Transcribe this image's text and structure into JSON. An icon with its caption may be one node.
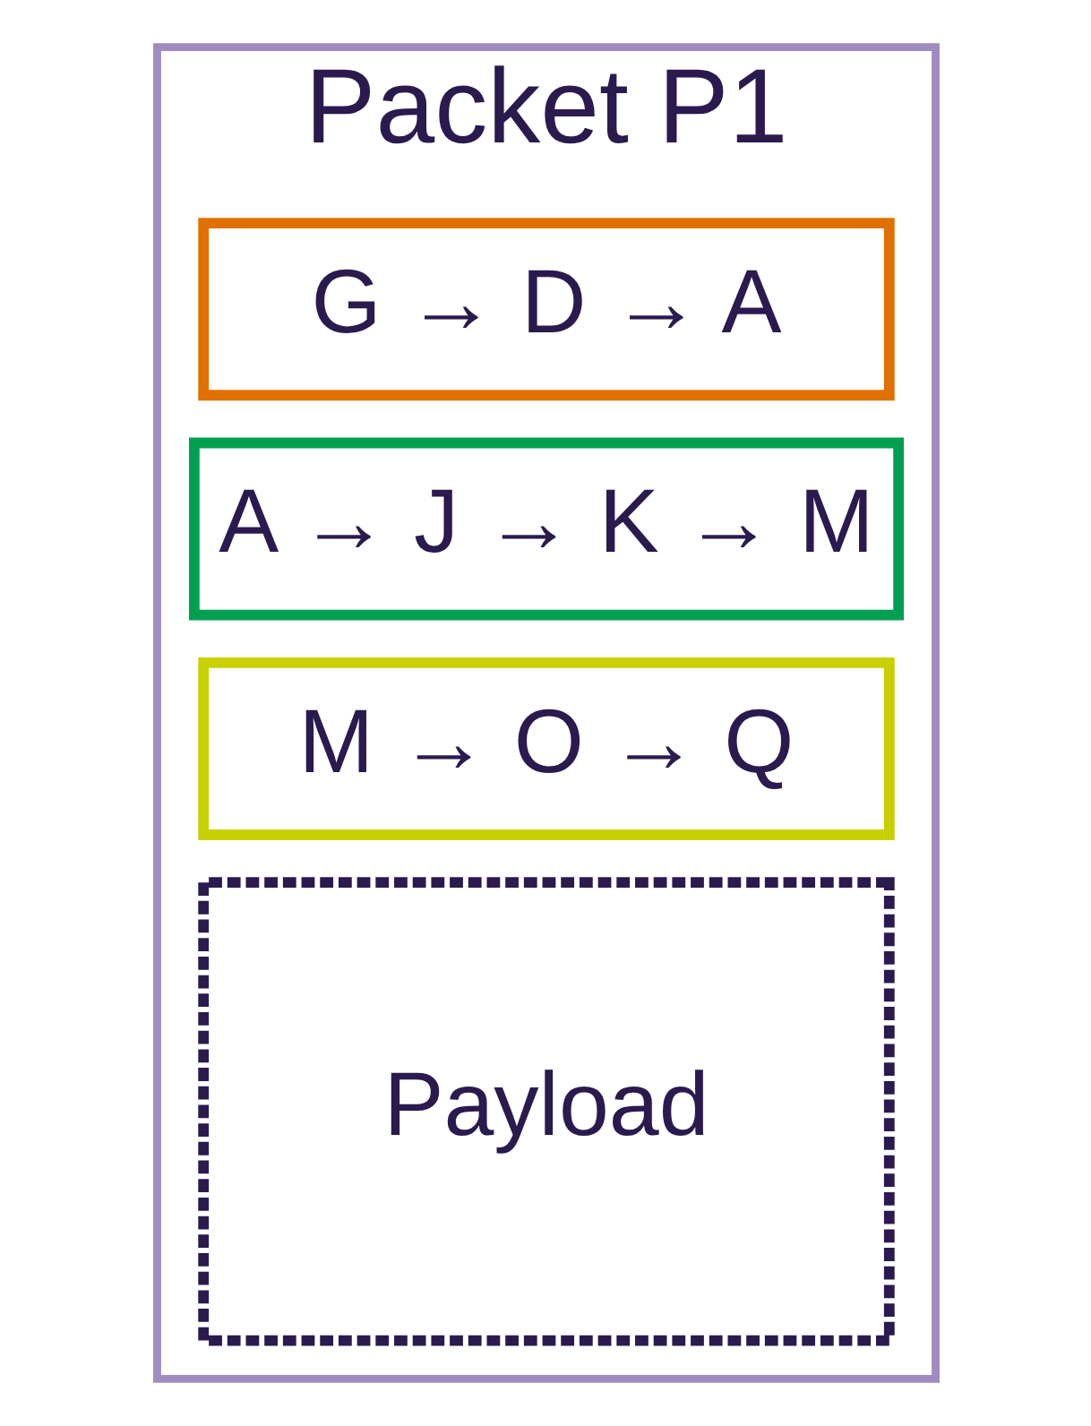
{
  "diagram": {
    "nodes": [
      {
        "text": [
          "Packet P1"
        ]
      },
      {
        "text": [
          "G → D → A"
        ],
        "in": 0
      },
      {
        "text": [
          "A → J → K → M"
        ],
        "in": 0
      },
      {
        "text": [
          "M → O → Q"
        ],
        "in": 0
      },
      {
        "text": [
          "Payload"
        ],
        "in": 0
      }
    ]
  }
}
